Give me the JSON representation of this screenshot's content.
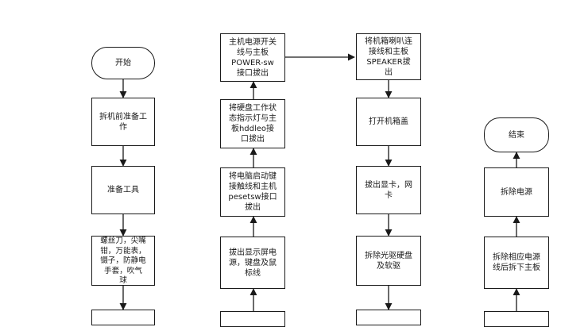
{
  "colors": {
    "stroke": "#1a1a1a",
    "fill": "#ffffff"
  },
  "nodes": {
    "start": "开始",
    "prep_work": "拆机前准备工\n作",
    "prep_tools": "准备工具",
    "tools_list": "螺丝刀，尖嘴\n钳，万能表，\n镊子，防静电\n手套，吹气\n球",
    "power_sw": "主机电源开关\n线与主板\nPOWER-sw\n接口拔出",
    "hdd_led": "将硬盘工作状\n态指示灯与主\n板hddleo接\n口拔出",
    "reset_sw": "将电脑启动键\n接触线和主机\npesetsw接口\n拔出",
    "unplug_display": "拔出显示屏电\n源，键盘及鼠\n标线",
    "speaker": "将机箱喇叭连\n接线和主板\nSPEAKER拔\n出",
    "open_case": "打开机箱盖",
    "unplug_cards": "拔出显卡，网\n卡",
    "remove_drives": "拆除光驱硬盘\n及软驱",
    "end": "结束",
    "remove_psu": "拆除电源",
    "remove_psu_cables": "拆除相应电源\n线后拆下主板"
  }
}
